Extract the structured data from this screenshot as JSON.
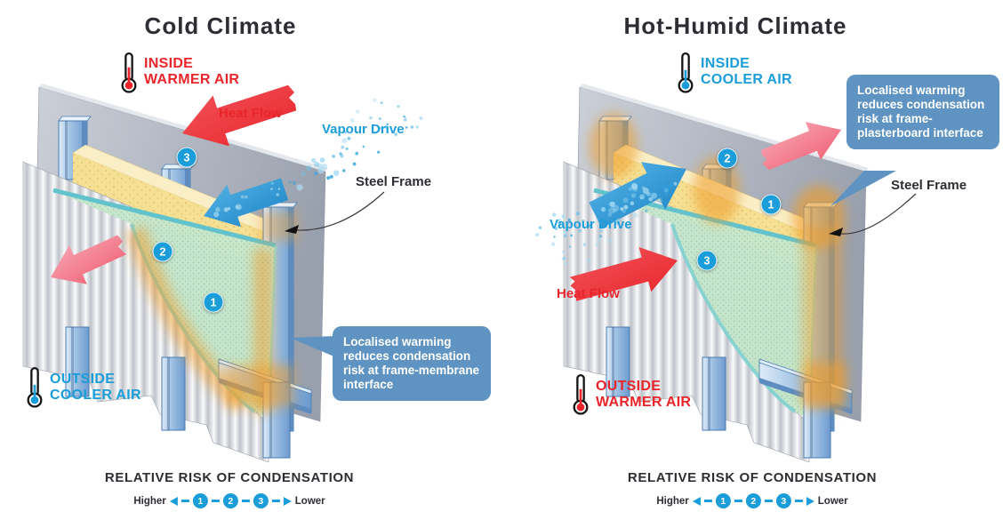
{
  "colors": {
    "red": "#e9252b",
    "blue": "#1b9dd9",
    "callout_bg": "#5f93c1",
    "glow_orange": "#f09c28",
    "text_dark": "#2d2d33"
  },
  "panels": [
    {
      "title": "Cold Climate",
      "inside_air": {
        "line1": "INSIDE",
        "line2": "WARMER AIR"
      },
      "outside_air": {
        "line1": "OUTSIDE",
        "line2": "COOLER AIR"
      },
      "heat_flow_label": "Heat Flow",
      "vapour_drive_label": "Vapour Drive",
      "steel_frame_label": "Steel Frame",
      "callout": "Localised warming reduces condensation risk at frame-membrane interface",
      "markers": [
        "3",
        "2",
        "1"
      ],
      "legend": {
        "title": "RELATIVE RISK OF CONDENSATION",
        "higher": "Higher",
        "steps": [
          "1",
          "2",
          "3"
        ],
        "lower": "Lower"
      }
    },
    {
      "title": "Hot-Humid Climate",
      "inside_air": {
        "line1": "INSIDE",
        "line2": "COOLER AIR"
      },
      "outside_air": {
        "line1": "OUTSIDE",
        "line2": "WARMER AIR"
      },
      "heat_flow_label": "Heat Flow",
      "vapour_drive_label": "Vapour Drive",
      "steel_frame_label": "Steel Frame",
      "callout": "Localised warming reduces condensation risk at frame-plasterboard interface",
      "markers": [
        "2",
        "1",
        "3"
      ],
      "legend": {
        "title": "RELATIVE RISK OF CONDENSATION",
        "higher": "Higher",
        "steps": [
          "1",
          "2",
          "3"
        ],
        "lower": "Lower"
      }
    }
  ]
}
